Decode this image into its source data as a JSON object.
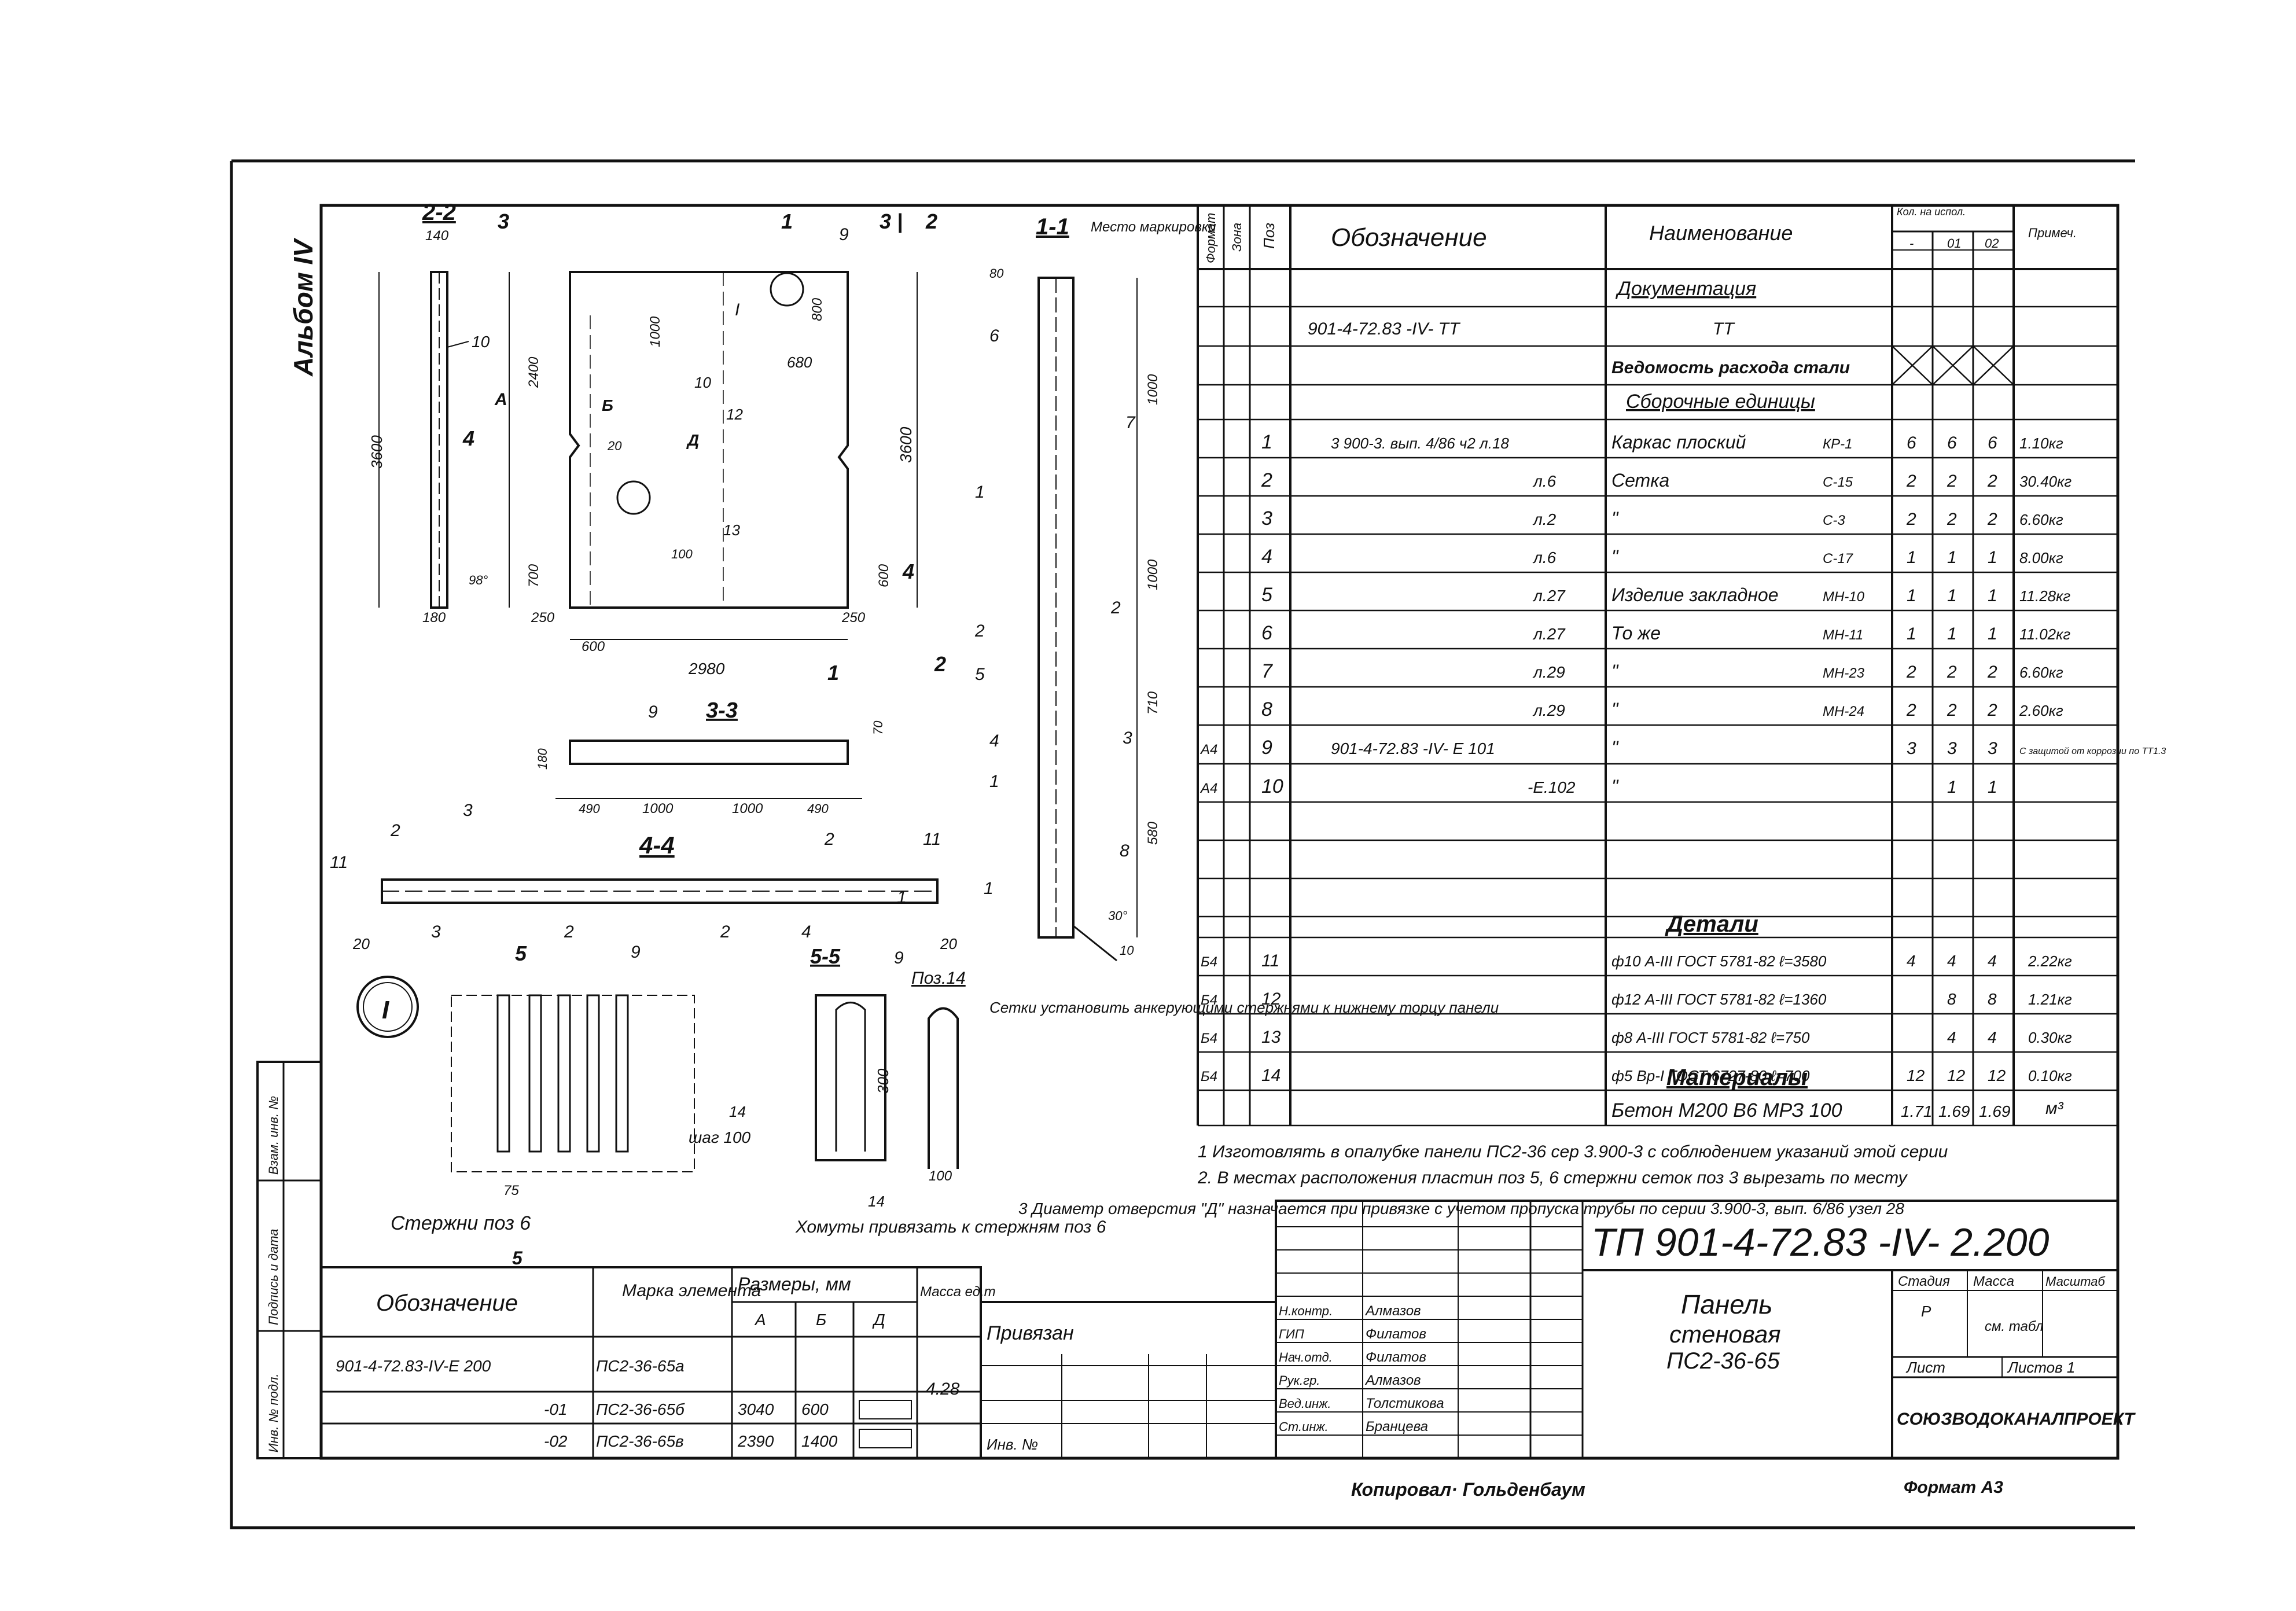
{
  "album": "Альбом IV",
  "spec": {
    "headers": {
      "format": "Формат",
      "zone": "Зона",
      "pos": "Поз",
      "designation": "Обозначение",
      "name": "Наименование",
      "qty_top": "Кол. на испол.",
      "qty_sub1": "-",
      "qty_sub2": "01",
      "qty_sub3": "02",
      "note": "Примеч."
    },
    "sections": {
      "documentation": "Документация",
      "assemblies": "Сборочные единицы",
      "details": "Детали",
      "materials": "Материалы"
    },
    "doc_rows": [
      {
        "designation": "901-4-72.83 -IV- ТТ",
        "name": "ТТ"
      },
      {
        "designation": "",
        "name": "Ведомость расхода стали"
      }
    ],
    "assembly_rows": [
      {
        "format": "",
        "pos": "1",
        "designation": "3 900-3. вып. 4/86 ч2 л.18",
        "name": "Каркас плоский",
        "mark": "КР-1",
        "q1": "6",
        "q2": "6",
        "q3": "6",
        "note": "1.10кг"
      },
      {
        "format": "",
        "pos": "2",
        "designation": "л.6",
        "name": "Сетка",
        "mark": "С-15",
        "q1": "2",
        "q2": "2",
        "q3": "2",
        "note": "30.40кг"
      },
      {
        "format": "",
        "pos": "3",
        "designation": "л.2",
        "name": "\"",
        "mark": "С-3",
        "q1": "2",
        "q2": "2",
        "q3": "2",
        "note": "6.60кг"
      },
      {
        "format": "",
        "pos": "4",
        "designation": "л.6",
        "name": "\"",
        "mark": "С-17",
        "q1": "1",
        "q2": "1",
        "q3": "1",
        "note": "8.00кг"
      },
      {
        "format": "",
        "pos": "5",
        "designation": "л.27",
        "name": "Изделие закладное",
        "mark": "МН-10",
        "q1": "1",
        "q2": "1",
        "q3": "1",
        "note": "11.28кг"
      },
      {
        "format": "",
        "pos": "6",
        "designation": "л.27",
        "name": "То же",
        "mark": "МН-11",
        "q1": "1",
        "q2": "1",
        "q3": "1",
        "note": "11.02кг"
      },
      {
        "format": "",
        "pos": "7",
        "designation": "л.29",
        "name": "\"",
        "mark": "МН-23",
        "q1": "2",
        "q2": "2",
        "q3": "2",
        "note": "6.60кг"
      },
      {
        "format": "",
        "pos": "8",
        "designation": "л.29",
        "name": "\"",
        "mark": "МН-24",
        "q1": "2",
        "q2": "2",
        "q3": "2",
        "note": "2.60кг"
      },
      {
        "format": "А4",
        "pos": "9",
        "designation": "901-4-72.83 -IV- Е 101",
        "name": "\"",
        "mark": "",
        "q1": "3",
        "q2": "3",
        "q3": "3",
        "note": "С защитой от коррозии по ТТ1.3"
      },
      {
        "format": "А4",
        "pos": "10",
        "designation": "-Е.102",
        "name": "\"",
        "mark": "",
        "q1": "",
        "q2": "1",
        "q3": "1",
        "note": ""
      }
    ],
    "detail_rows": [
      {
        "format": "Б4",
        "pos": "11",
        "name": "ф10 А-III ГОСТ 5781-82 ℓ=3580",
        "q1": "4",
        "q2": "4",
        "q3": "4",
        "note": "2.22кг"
      },
      {
        "format": "Б4",
        "pos": "12",
        "name": "ф12 А-III ГОСТ 5781-82 ℓ=1360",
        "q1": "",
        "q2": "8",
        "q3": "8",
        "note": "1.21кг"
      },
      {
        "format": "Б4",
        "pos": "13",
        "name": "ф8 А-III ГОСТ 5781-82 ℓ=750",
        "q1": "",
        "q2": "4",
        "q3": "4",
        "note": "0.30кг"
      },
      {
        "format": "Б4",
        "pos": "14",
        "name": "ф5 Вр-I ГОСТ 6727-80 ℓ=700",
        "q1": "12",
        "q2": "12",
        "q3": "12",
        "note": "0.10кг"
      }
    ],
    "material_row": {
      "name": "Бетон М200 В6 МРЗ 100",
      "q1": "1.71",
      "q2": "1.69",
      "q3": "1.69",
      "note": "м³"
    }
  },
  "notes": [
    "1 Изготовлять в опалубке панели ПС2-36 сер 3.900-3 с соблюдением указаний этой серии",
    "2. В местах расположения пластин поз 5, 6 стержни сеток поз 3 вырезать по месту",
    "3 Диаметр отверстия \"Д\" назначается при привязке с учетом пропуска трубы по серии 3.900-3, вып. 6/86 узел 28"
  ],
  "callouts": {
    "mark_place": "Место маркировки",
    "nets_install": "Сетки установить анкерующими стержнями к нижнему торцу панели",
    "rods": "Стержни поз 6",
    "clamps": "Хомуты привязать к стержням поз 6",
    "pos14": "Поз.14",
    "step": "шаг 100",
    "node": "I"
  },
  "sections_labels": {
    "s22": "2-2",
    "s11": "1-1",
    "s33": "3-3",
    "s44": "4-4",
    "s55": "5-5",
    "A": "А",
    "B": "Б",
    "D": "Д"
  },
  "dims": {
    "d140": "140",
    "d3600": "3600",
    "d180": "180",
    "d98": "98°",
    "d2400": "2400",
    "d1000": "1000",
    "d800": "800",
    "d680": "680",
    "d250": "250",
    "d600": "600",
    "d700": "700",
    "d2980": "2980",
    "d20": "20",
    "d100": "100",
    "d3600b": "3600",
    "d490": "490",
    "d1000a": "1000",
    "d1000b": "1000",
    "d490b": "490",
    "d70": "70",
    "d180b": "180",
    "d1000c": "1000",
    "d1000d": "1000",
    "d710": "710",
    "d580": "580",
    "d30": "30°",
    "d10": "10",
    "d20a": "20",
    "d20b": "20",
    "d75": "75",
    "d14": "14",
    "d300": "300",
    "d100b": "100",
    "d14b": "14"
  },
  "elements_table": {
    "h_designation": "Обозначение",
    "h_mark": "Марка элемента",
    "h_sizes": "Размеры, мм",
    "h_A": "А",
    "h_B": "Б",
    "h_D": "Д",
    "h_mass": "Масса ед.т",
    "rows": [
      {
        "designation": "901-4-72.83-IV-Е 200",
        "mark": "ПС2-36-65а",
        "A": "",
        "B": "",
        "mass": "4.28"
      },
      {
        "designation": "-01",
        "mark": "ПС2-36-65б",
        "A": "3040",
        "B": "600",
        "mass": ""
      },
      {
        "designation": "-02",
        "mark": "ПС2-36-65в",
        "A": "2390",
        "B": "1400",
        "mass": ""
      }
    ]
  },
  "side_stamp": [
    "Инв. № подл.",
    "Подпись и дата",
    "Взам. инв. №"
  ],
  "binding": {
    "label": "Привязан",
    "inv": "Инв. №"
  },
  "title_block": {
    "code": "ТП 901-4-72.83 -IV- 2.200",
    "title_line1": "Панель",
    "title_line2": "стеновая",
    "title_line3": "ПС2-36-65",
    "stage_h": "Стадия",
    "mass_h": "Масса",
    "scale_h": "Масштаб",
    "stage": "Р",
    "mass": "см. табл",
    "sheet_h": "Лист",
    "sheets_h": "Листов 1",
    "org": "СОЮЗВОДОКАНАЛПРОЕКТ",
    "roles": [
      {
        "role": "Н.контр.",
        "name": "Алмазов"
      },
      {
        "role": "ГИП",
        "name": "Филатов"
      },
      {
        "role": "Нач.отд.",
        "name": "Филатов"
      },
      {
        "role": "Рук.гр.",
        "name": "Алмазов"
      },
      {
        "role": "Вед.инж.",
        "name": "Толстикова"
      },
      {
        "role": "Ст.инж.",
        "name": "Бранцева"
      }
    ]
  },
  "footer": {
    "copied": "Копировал· Гольденбаум",
    "format": "Формат А3"
  }
}
